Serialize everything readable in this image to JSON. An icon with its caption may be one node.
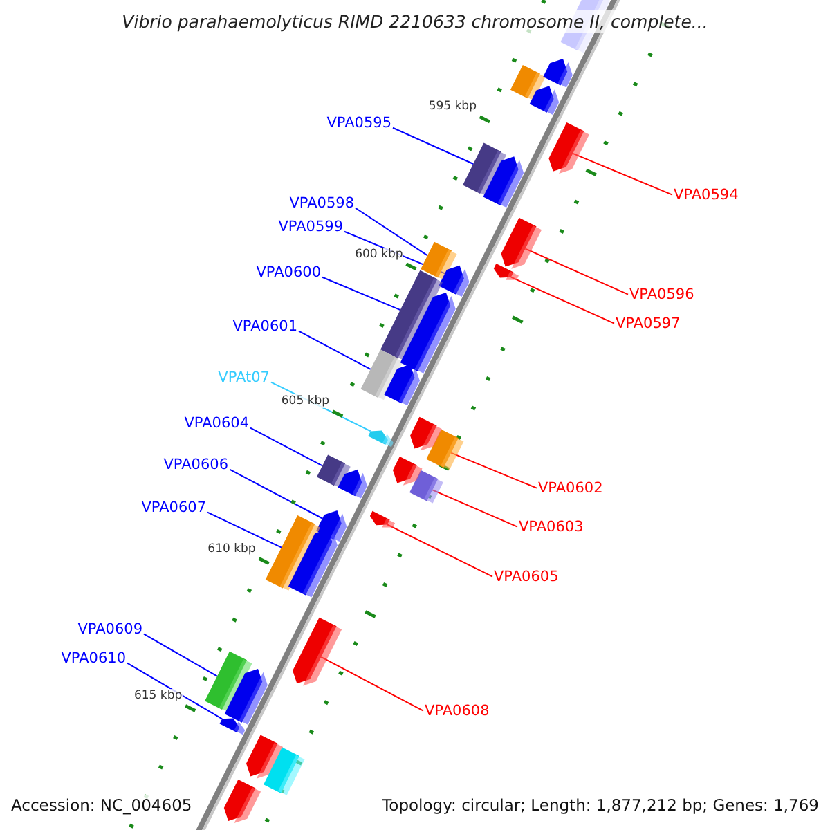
{
  "diagram": {
    "title": "Vibrio parahaemolyticus RIMD 2210633 chromosome II, complete...",
    "nodes": [
      {
        "text": [
          "VPA0595"
        ]
      },
      {
        "text": [
          "VPA0594"
        ]
      },
      {
        "text": [
          "VPA0598"
        ]
      },
      {
        "text": [
          "VPA0599"
        ]
      },
      {
        "text": [
          "VPA0600"
        ]
      },
      {
        "text": [
          "VPA0596"
        ]
      },
      {
        "text": [
          "VPA0597"
        ]
      },
      {
        "text": [
          "VPA0601"
        ]
      },
      {
        "text": [
          "VPAt07"
        ]
      },
      {
        "text": [
          "VPA0604"
        ]
      },
      {
        "text": [
          "VPA0606"
        ]
      },
      {
        "text": [
          "VPA0602"
        ]
      },
      {
        "text": [
          "VPA0607"
        ]
      },
      {
        "text": [
          "VPA0603"
        ]
      },
      {
        "text": [
          "VPA0605"
        ]
      },
      {
        "text": [
          "VPA0609"
        ]
      },
      {
        "text": [
          "VPA0610"
        ]
      },
      {
        "text": [
          "VPA0608"
        ]
      },
      {
        "text": [],
        "shape": "arrow"
      },
      {
        "text": [],
        "shape": "arrow"
      },
      {
        "text": [],
        "shape": "arrow"
      },
      {
        "text": [],
        "shape": "arrow"
      },
      {
        "text": [],
        "shape": "arrow"
      },
      {
        "text": [],
        "shape": "arrow"
      },
      {
        "text": [],
        "shape": "arrow"
      },
      {
        "text": [],
        "shape": "arrow"
      },
      {
        "text": [],
        "shape": "arrow"
      },
      {
        "text": [],
        "shape": "arrow"
      },
      {
        "text": [],
        "shape": "arrow"
      },
      {
        "text": [],
        "shape": "arrow"
      },
      {
        "text": [],
        "shape": "arrow"
      },
      {
        "text": [],
        "shape": "arrow"
      },
      {
        "text": [],
        "shape": "arrow"
      },
      {
        "text": [],
        "shape": "arrow"
      },
      {
        "text": [],
        "shape": "arrow"
      },
      {
        "text": [],
        "shape": "arrow"
      },
      {
        "text": [],
        "shape": "arrow"
      },
      {
        "text": [],
        "shape": "arrow"
      },
      {
        "text": [],
        "shape": "arrow"
      },
      {
        "text": [],
        "shape": "arrow"
      },
      {
        "text": [],
        "shape": "arrow"
      },
      {
        "text": [],
        "shape": "arrow"
      },
      {
        "text": [],
        "shape": "arrow"
      },
      {
        "text": [],
        "shape": "arrow"
      },
      {
        "text": [],
        "shape": "arrow"
      },
      {
        "text": [],
        "shape": "arrow"
      },
      {
        "text": [],
        "shape": "arrow"
      },
      {
        "text": [],
        "shape": "arrow"
      },
      {
        "text": [],
        "shape": "arrow"
      },
      {
        "text": [],
        "shape": "arrow"
      },
      {
        "text": [],
        "shape": "arrow"
      }
    ],
    "edges": [
      {
        "from": 0,
        "to": 18,
        "arrow": "none"
      },
      {
        "from": 1,
        "to": 19,
        "arrow": "none",
        "color": "#ff0000"
      },
      {
        "from": 2,
        "to": 20,
        "arrow": "none"
      },
      {
        "from": 3,
        "to": 21,
        "arrow": "none"
      },
      {
        "from": 4,
        "to": 22,
        "arrow": "none"
      },
      {
        "from": 5,
        "to": 23,
        "arrow": "none",
        "color": "#ff0000"
      },
      {
        "from": 6,
        "to": 24,
        "arrow": "none",
        "color": "#ff0000"
      },
      {
        "from": 7,
        "to": 25,
        "arrow": "none"
      },
      {
        "from": 8,
        "to": 26,
        "arrow": "none",
        "color": "#33ccff"
      },
      {
        "from": 9,
        "to": 27,
        "arrow": "none"
      },
      {
        "from": 10,
        "to": 28,
        "arrow": "none"
      },
      {
        "from": 11,
        "to": 29,
        "arrow": "none",
        "color": "#ff0000"
      },
      {
        "from": 12,
        "to": 30,
        "arrow": "none"
      },
      {
        "from": 13,
        "to": 31,
        "arrow": "none",
        "color": "#ff0000"
      },
      {
        "from": 14,
        "to": 32,
        "arrow": "none",
        "color": "#ff0000"
      },
      {
        "from": 15,
        "to": 33,
        "arrow": "none"
      },
      {
        "from": 16,
        "to": 34,
        "arrow": "none"
      },
      {
        "from": 17,
        "to": 35,
        "arrow": "none",
        "color": "#ff0000"
      }
    ],
    "labels": [
      "595 kbp",
      "600 kbp",
      "605 kbp",
      "610 kbp",
      "615 kbp",
      "Accession: NC_004605",
      "Topology: circular; Length: 1,877,212 bp; Genes: 1,769"
    ]
  }
}
